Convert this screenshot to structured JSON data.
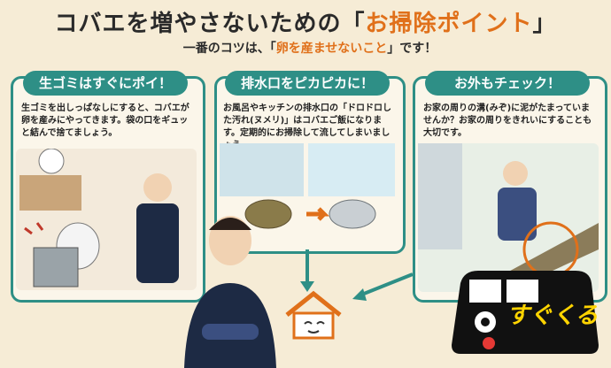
{
  "header": {
    "title_pre": "コバエを増やさないための「",
    "title_hl": "お掃除ポイント",
    "title_post": "」",
    "subtitle_pre": "一番のコツは、「",
    "subtitle_hl": "卵を産ませないこと",
    "subtitle_post": "」です！"
  },
  "panels": [
    {
      "title": "生ゴミはすぐにポイ！",
      "body": "生ゴミを出しっぱなしにすると、コバエが卵を産みにやってきます。袋の口をギュッと結んで捨てましょう。"
    },
    {
      "title": "排水口をピカピカに！",
      "body": "お風呂やキッチンの排水口の「ドロドロした汚れ(ヌメリ)」はコバエご飯になります。定期的にお掃除して流してしまいましょう。"
    },
    {
      "title": "お外もチェック！",
      "body": "お家の周りの溝(みぞ)に泥がたまっていませんか？お家の周りをきれいにすることも大切です。"
    }
  ],
  "mascot": {
    "text": "すぐくる"
  },
  "colors": {
    "teal": "#2e8f86",
    "orange": "#e0701a",
    "background": "#f6ecd6"
  }
}
